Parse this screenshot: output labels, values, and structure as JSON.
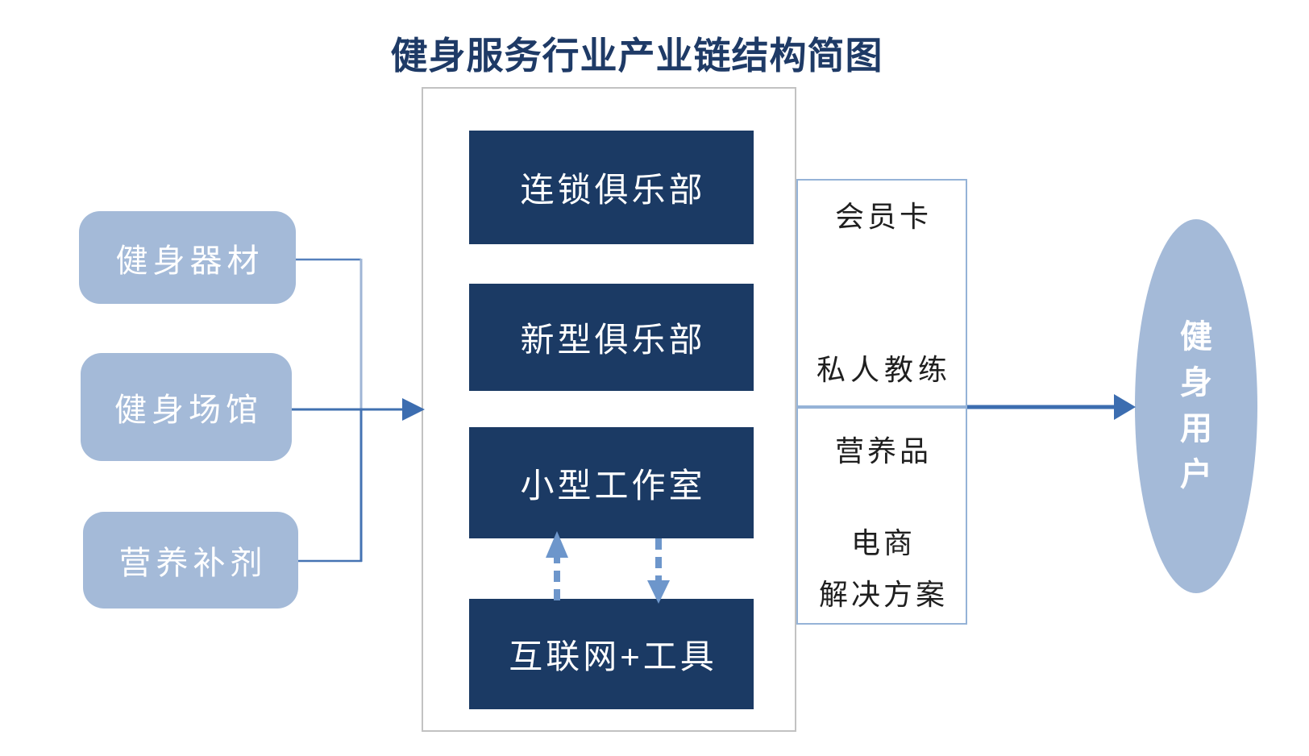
{
  "title": "健身服务行业产业链结构简图",
  "upstream": {
    "items": [
      {
        "label": "健身器材"
      },
      {
        "label": "健身场馆"
      },
      {
        "label": "营养补剂"
      }
    ]
  },
  "midstream": {
    "items": [
      {
        "label": "连锁俱乐部"
      },
      {
        "label": "新型俱乐部"
      },
      {
        "label": "小型工作室"
      },
      {
        "label": "互联网+工具"
      }
    ]
  },
  "services": {
    "membership_box": {
      "items": [
        {
          "label": "会员卡"
        },
        {
          "label": "私人教练"
        }
      ]
    },
    "products_box": {
      "items": [
        {
          "label": "营养品"
        },
        {
          "label": "电商"
        },
        {
          "label": "解决方案"
        }
      ]
    }
  },
  "consumer": {
    "label": "健身用户"
  },
  "colors": {
    "title_navy": "#1E3A66",
    "dark_box_navy": "#1B3A64",
    "light_blue_fill": "#A4BAD8",
    "connector_medium_blue": "#4573B3",
    "connector_light_blue": "#9FB6D6",
    "arrow_blue": "#3C6DB0",
    "dashed_arrow_blue": "#6D96CB",
    "service_border_blue": "#95B3D7",
    "container_border_gray": "#C2C2C2",
    "service_text": "#1F1F1F",
    "box_text_white": "#FFFFFF"
  }
}
